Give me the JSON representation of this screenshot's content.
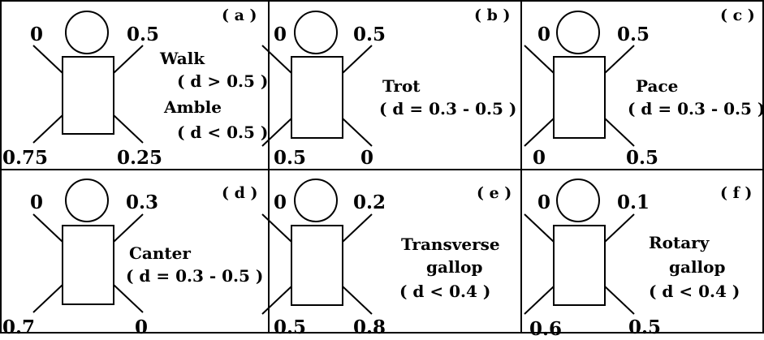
{
  "panels": [
    {
      "tag": "( a )",
      "limb_values": {
        "top_left": "0",
        "top_right": "0.5",
        "bottom_left": "0.75",
        "bottom_right": "0.25"
      },
      "gait_lines": [
        "Walk",
        "( d > 0.5 )",
        "Amble",
        "( d < 0.5 )"
      ]
    },
    {
      "tag": "( b )",
      "limb_values": {
        "top_left": "0",
        "top_right": "0.5",
        "bottom_left": "0.5",
        "bottom_right": "0"
      },
      "gait_lines": [
        "Trot",
        "( d = 0.3 - 0.5 )"
      ]
    },
    {
      "tag": "( c )",
      "limb_values": {
        "top_left": "0",
        "top_right": "0.5",
        "bottom_left": "0",
        "bottom_right": "0.5"
      },
      "gait_lines": [
        "Pace",
        "( d = 0.3 - 0.5 )"
      ]
    },
    {
      "tag": "( d )",
      "limb_values": {
        "top_left": "0",
        "top_right": "0.3",
        "bottom_left": "0.7",
        "bottom_right": "0"
      },
      "gait_lines": [
        "Canter",
        "( d = 0.3 - 0.5 )"
      ]
    },
    {
      "tag": "( e )",
      "limb_values": {
        "top_left": "0",
        "top_right": "0.2",
        "bottom_left": "0.5",
        "bottom_right": "0.8"
      },
      "gait_lines": [
        "Transverse",
        "gallop",
        "( d < 0.4 )"
      ]
    },
    {
      "tag": "( f )",
      "limb_values": {
        "top_left": "0",
        "top_right": "0.1",
        "bottom_left": "0.6",
        "bottom_right": "0.5"
      },
      "gait_lines": [
        "Rotary",
        "gallop",
        "( d < 0.4 )"
      ]
    }
  ]
}
